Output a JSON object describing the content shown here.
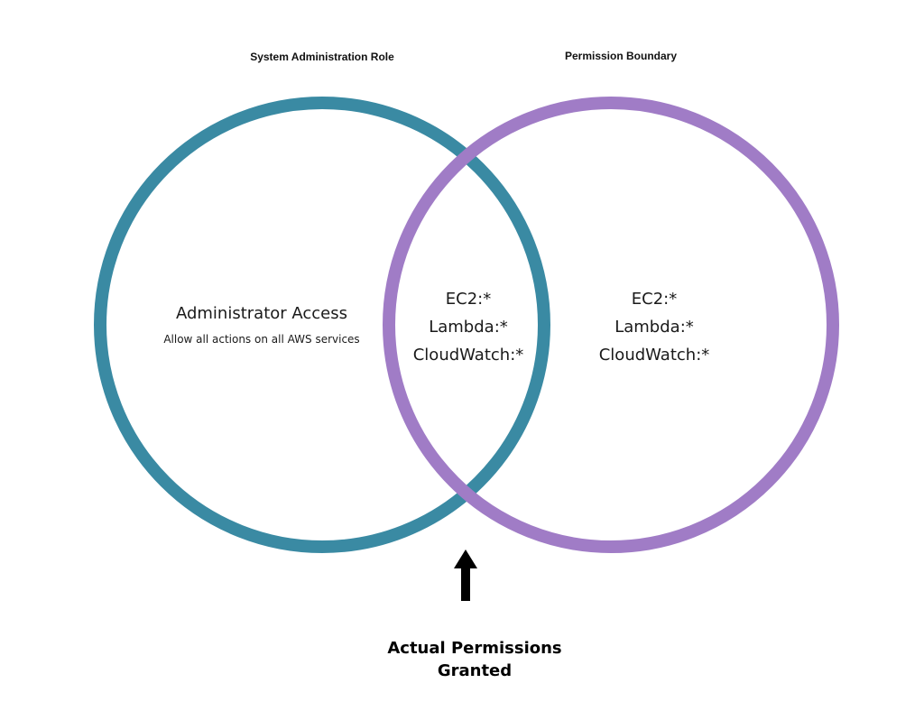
{
  "colors": {
    "role_circle": "#3a8aa3",
    "boundary_circle": "#a07cc6",
    "arrow": "#000000",
    "text": "#1a1a1a"
  },
  "role": {
    "title": "System Administration Role",
    "heading": "Administrator Access",
    "description": "Allow all actions on all AWS services"
  },
  "boundary": {
    "title": "Permission Boundary",
    "permissions": [
      "EC2:*",
      "Lambda:*",
      "CloudWatch:*"
    ]
  },
  "intersection": {
    "permissions": [
      "EC2:*",
      "Lambda:*",
      "CloudWatch:*"
    ]
  },
  "result": {
    "line1": "Actual Permissions",
    "line2": "Granted",
    "arrow_icon": "arrow-up-icon"
  }
}
